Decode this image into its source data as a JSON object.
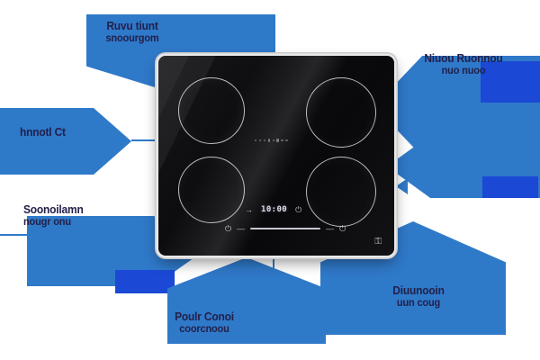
{
  "diagram": {
    "title": "Electric cooktop feature callout diagram",
    "accent_color": "#2f79c9",
    "accent_deep_color": "#1b49d6",
    "text_color": "#22204a",
    "cooktop_color": "#0c0c0e"
  },
  "callouts": [
    {
      "id": "top-left",
      "line1": "Ruvu tiunt",
      "line2": "snoourgom",
      "arrow": "down"
    },
    {
      "id": "mid-left",
      "line1": "hnnotl Ct",
      "line2": "",
      "arrow": "right"
    },
    {
      "id": "lower-left",
      "line1": "Soonoilamn",
      "line2": "nougr onu",
      "arrow": "right"
    },
    {
      "id": "bottom-center",
      "line1": "Poulr Conoi",
      "line2": "coorcnoou",
      "arrow": "up"
    },
    {
      "id": "bottom-right",
      "line1": "Diuunooin",
      "line2": "uun coug",
      "arrow": "up"
    },
    {
      "id": "top-right",
      "line1": "Niuou Ruonnou",
      "line2": "nuo nuoo",
      "arrow": "left"
    },
    {
      "id": "mid-right",
      "line1": "",
      "line2": "",
      "arrow": "left"
    }
  ],
  "cooktop": {
    "zones": [
      {
        "id": "front-left",
        "label": ""
      },
      {
        "id": "rear-left",
        "label": ""
      },
      {
        "id": "front-right",
        "label": ""
      },
      {
        "id": "rear-right",
        "label": ""
      }
    ],
    "indicator_dots": 8,
    "controls": {
      "timer_display": "10:00",
      "arrow_icon": "→",
      "power_icon": "⏻",
      "timer_power_icon": "⏻",
      "slider_dash_left": "—",
      "slider_dash_right": "—",
      "lock_icon": "⚿"
    }
  }
}
